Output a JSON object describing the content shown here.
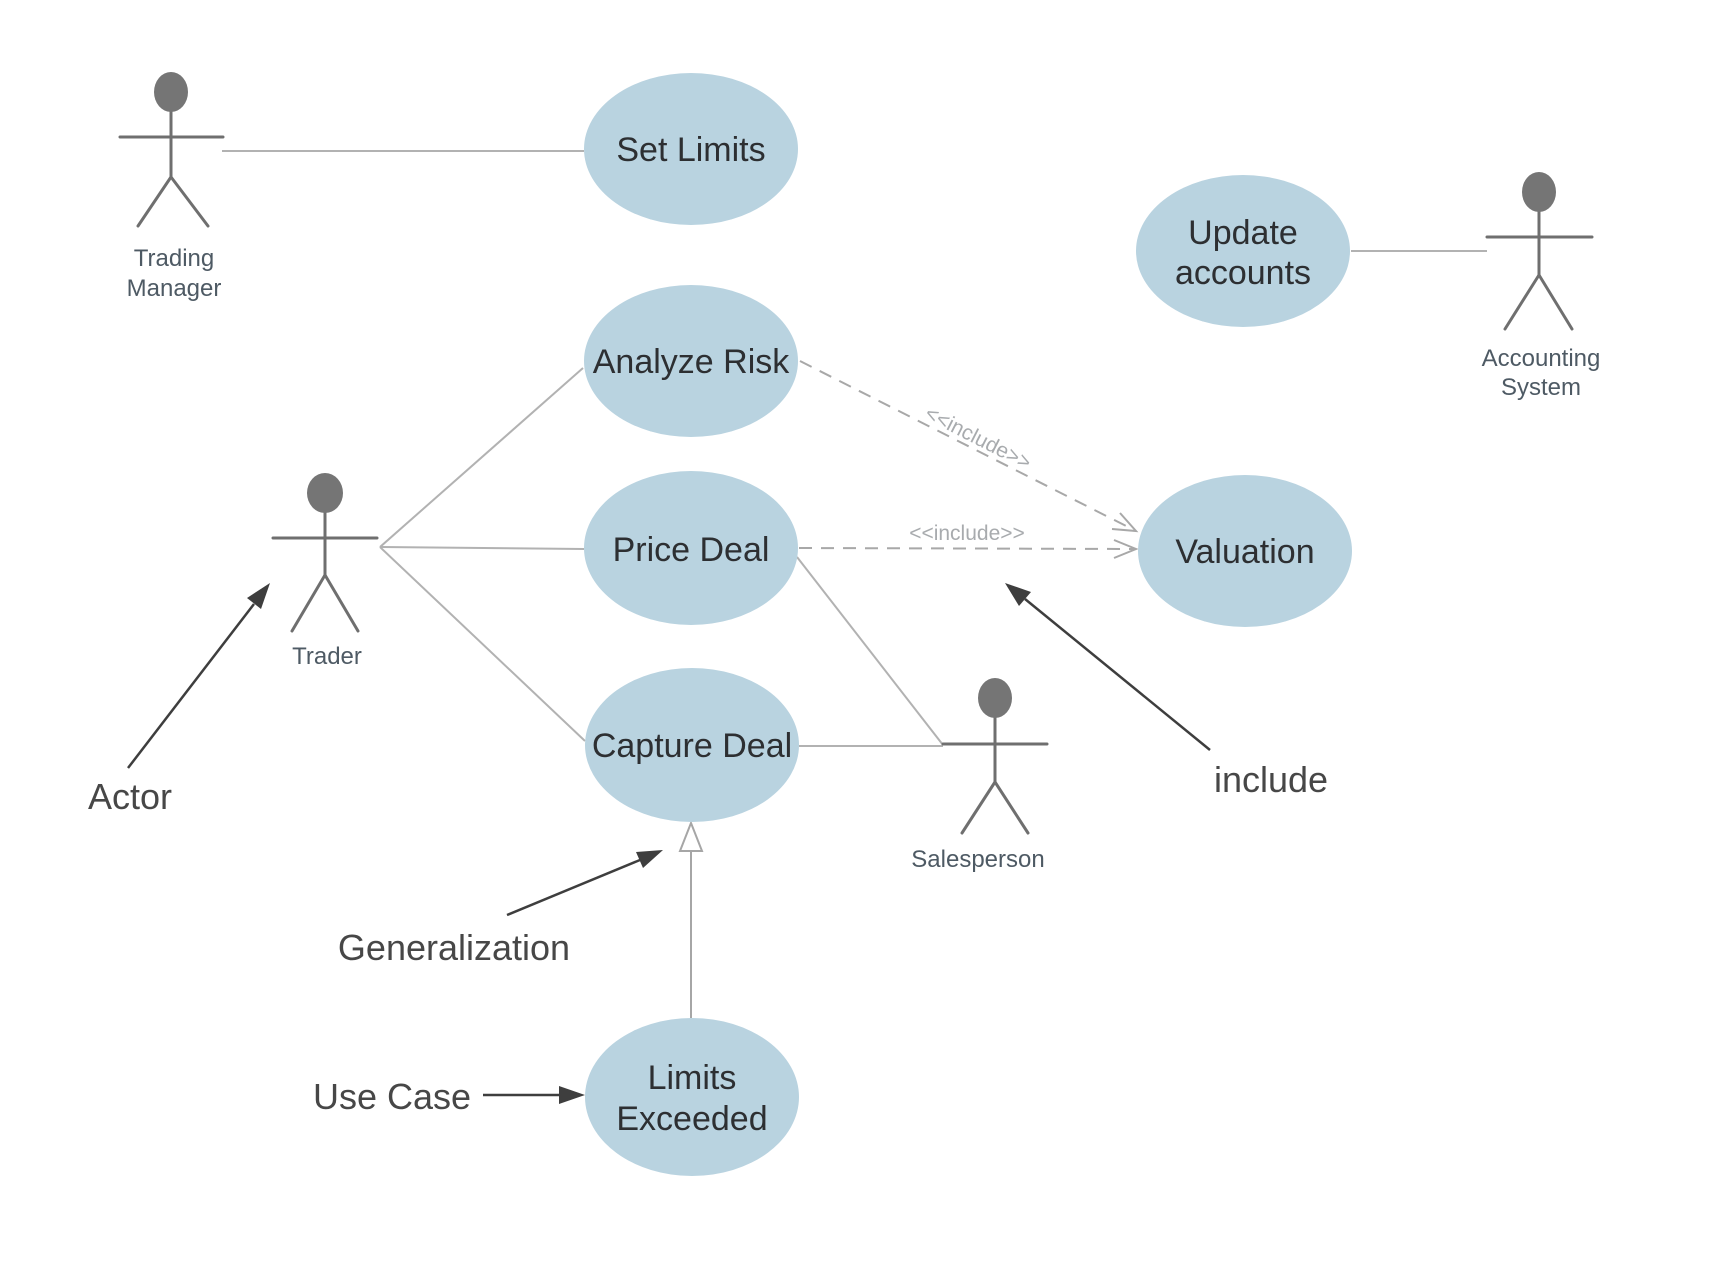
{
  "colors": {
    "use_case_fill": "#b9d3e0",
    "use_case_text": "#2d2f32",
    "actor": "#6f6f6f",
    "actor_head_fill": "#757575",
    "actor_label_text": "#4e5a64",
    "association": "#b2b2b2",
    "include_line": "#a8a8a8",
    "include_text": "#a8abae",
    "generalization_line": "#a6a6a6",
    "annotation": "#3e3e3e",
    "annotation_text": "#474747"
  },
  "actors": {
    "trading_manager": {
      "label_line1": "Trading",
      "label_line2": "Manager"
    },
    "trader": {
      "label": "Trader"
    },
    "salesperson": {
      "label": "Salesperson"
    },
    "accounting_system": {
      "label_line1": "Accounting",
      "label_line2": "System"
    }
  },
  "use_cases": {
    "set_limits": {
      "label": "Set Limits"
    },
    "update_accounts": {
      "label_line1": "Update",
      "label_line2": "accounts"
    },
    "analyze_risk": {
      "label": "Analyze Risk"
    },
    "price_deal": {
      "label": "Price Deal"
    },
    "valuation": {
      "label": "Valuation"
    },
    "capture_deal": {
      "label": "Capture Deal"
    },
    "limits_exceeded": {
      "label_line1": "Limits",
      "label_line2": "Exceeded"
    }
  },
  "relationships": {
    "include_analyze_risk_valuation": {
      "label": "<<include>>"
    },
    "include_price_deal_valuation": {
      "label": "<<include>>"
    }
  },
  "legend": {
    "actor": "Actor",
    "generalization": "Generalization",
    "use_case": "Use Case",
    "include": "include"
  }
}
